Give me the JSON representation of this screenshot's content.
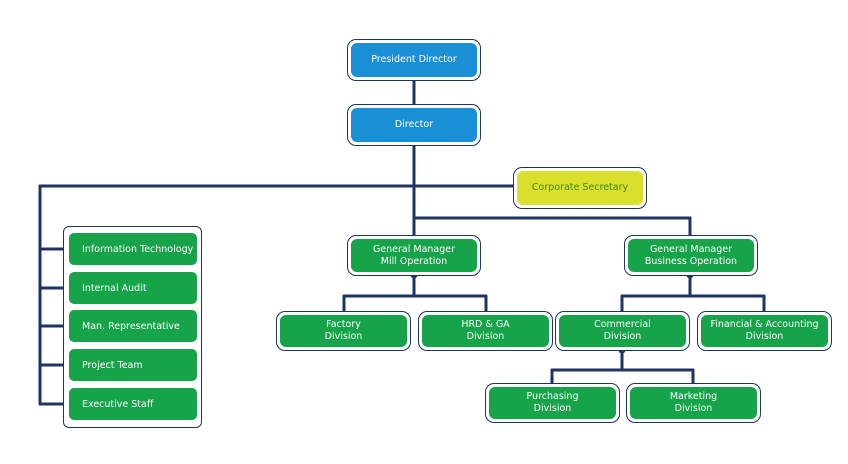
{
  "colors": {
    "blue": "#1b8fd6",
    "green": "#16a34a",
    "yellow": "#d9df2a",
    "yellow_text": "#3d8a1e",
    "line": "#1e3563"
  },
  "nodes": {
    "president_director": "President Director",
    "director": "Director",
    "corporate_secretary": "Corporate Secretary",
    "gm_mill": "General Manager\nMill Operation",
    "gm_business": "General Manager\nBusiness Operation",
    "factory": "Factory\nDivision",
    "hrd_ga": "HRD & GA\nDivision",
    "commercial": "Commercial\nDivision",
    "financial": "Financial & Accounting\nDivision",
    "purchasing": "Purchasing\nDivision",
    "marketing": "Marketing\nDivision"
  },
  "staff": [
    "Information Technology",
    "Internal Audit",
    "Man. Representative",
    "Project Team",
    "Executive Staff"
  ]
}
